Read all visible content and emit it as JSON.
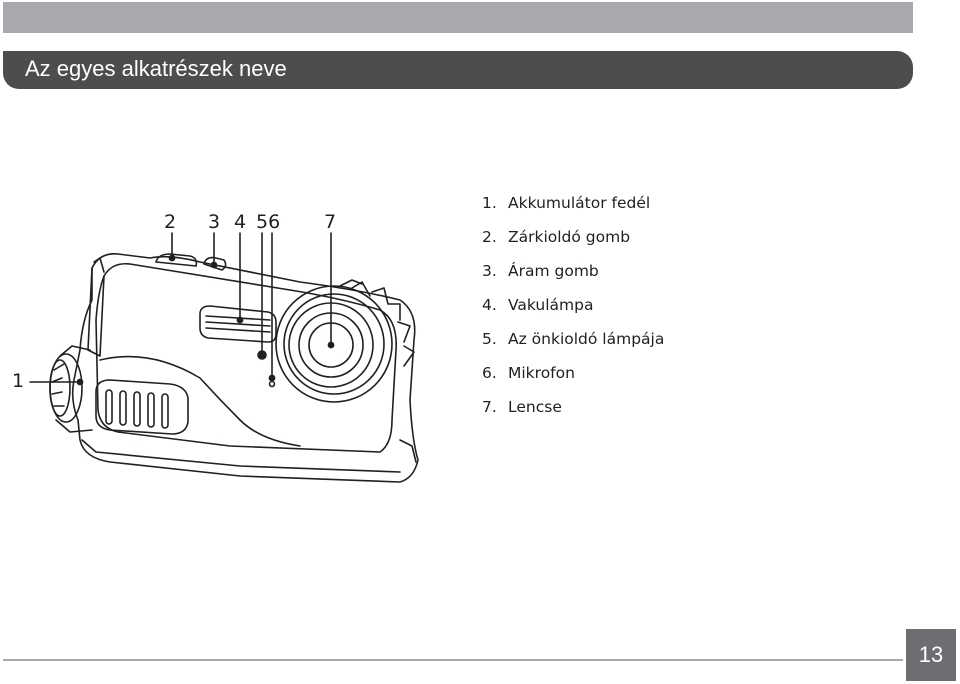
{
  "header": {
    "title": "Az egyes alkatrészek neve"
  },
  "diagram": {
    "callouts": {
      "c1": "1",
      "c2": "2",
      "c3": "3",
      "c4": "4",
      "c56": "56",
      "c7": "7"
    }
  },
  "parts": [
    {
      "num": "1.",
      "label": "Akkumulátor fedél"
    },
    {
      "num": "2.",
      "label": "Zárkioldó gomb"
    },
    {
      "num": "3.",
      "label": "Áram gomb"
    },
    {
      "num": "4.",
      "label": "Vakulámpa"
    },
    {
      "num": "5.",
      "label": "Az önkioldó lámpája"
    },
    {
      "num": "6.",
      "label": "Mikrofon"
    },
    {
      "num": "7.",
      "label": "Lencse"
    }
  ],
  "footer": {
    "page_number": "13"
  },
  "colors": {
    "header_bar": "#a7a9ac",
    "title_bar": "#4d4d4f",
    "page_box": "#6d6e71"
  }
}
